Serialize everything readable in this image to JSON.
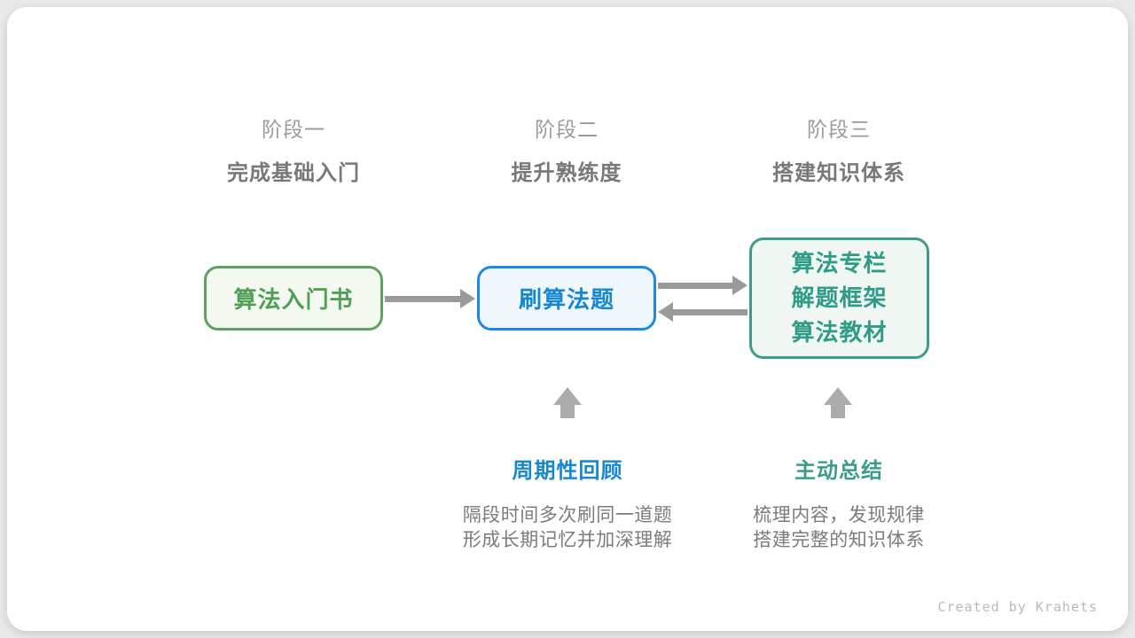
{
  "stages": [
    {
      "label": "阶段一",
      "subtitle": "完成基础入门"
    },
    {
      "label": "阶段二",
      "subtitle": "提升熟练度"
    },
    {
      "label": "阶段三",
      "subtitle": "搭建知识体系"
    }
  ],
  "boxes": [
    {
      "title": "算法入门书"
    },
    {
      "title": "刷算法题"
    },
    {
      "lines": [
        "算法专栏",
        "解题框架",
        "算法教材"
      ]
    }
  ],
  "annotations": [
    {
      "title": "周期性回顾",
      "lines": [
        "隔段时间多次刷同一道题",
        "形成长期记忆并加深理解"
      ]
    },
    {
      "title": "主动总结",
      "lines": [
        "梳理内容，发现规律",
        "搭建完整的知识体系"
      ]
    }
  ],
  "footer": {
    "credit": "Created by Krahets"
  },
  "colors": {
    "canvas_background": "#e9e9e9",
    "card_background": "#ffffff",
    "stage_label_gray": "#9b9b9b",
    "stage_subtitle_gray": "#787878",
    "green_border": "#61a15f",
    "green_fill": "#f3f9f1",
    "green_text": "#4f9f55",
    "blue_border": "#1e88e5",
    "blue_fill": "#eff7fd",
    "blue_text": "#1787d2",
    "teal_border": "#3f9c8c",
    "teal_fill": "#f0f7f3",
    "teal_text": "#2f9c87",
    "arrow_gray": "#9a9a9a",
    "up_arrow_gray": "#ababab",
    "description_gray": "#7b7b7b",
    "credit_gray": "#b9b9b9"
  }
}
